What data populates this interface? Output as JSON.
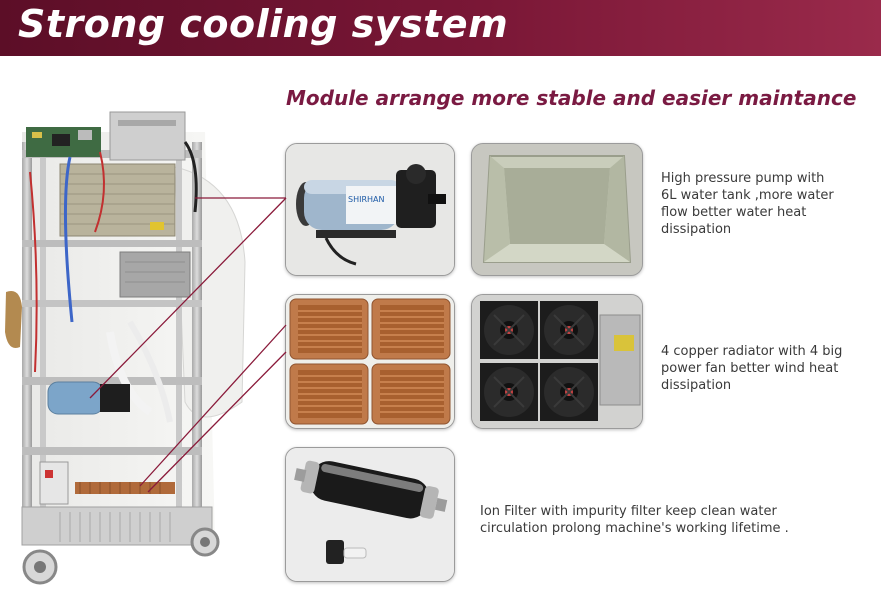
{
  "banner": {
    "title": "Strong cooling system",
    "color": "#7a1736"
  },
  "subtitle": {
    "text": "Module arrange more stable and easier maintance",
    "color": "#7a1a42"
  },
  "photos": {
    "machine": {
      "icon": "machine-interior-photo"
    },
    "pump": {
      "icon": "water-pump-photo",
      "brand": "SHIRHAN"
    },
    "tank": {
      "icon": "water-tank-photo"
    },
    "radiator": {
      "icon": "copper-radiator-photo"
    },
    "fans": {
      "icon": "cooling-fans-photo"
    },
    "filter": {
      "icon": "ion-filter-photo"
    }
  },
  "captions": {
    "pump": [
      "High pressure pump with",
      "6L water tank ,more water",
      "flow better water heat",
      "dissipation"
    ],
    "radiator": [
      "4 copper radiator with 4 big",
      "power fan better wind heat",
      "dissipation"
    ],
    "filter": [
      "Ion Filter with impurity filter keep clean water",
      "circulation prolong machine's working lifetime ."
    ]
  },
  "colors": {
    "leader_line": "#8a1a3a",
    "caption_text": "#3a3a3a"
  }
}
